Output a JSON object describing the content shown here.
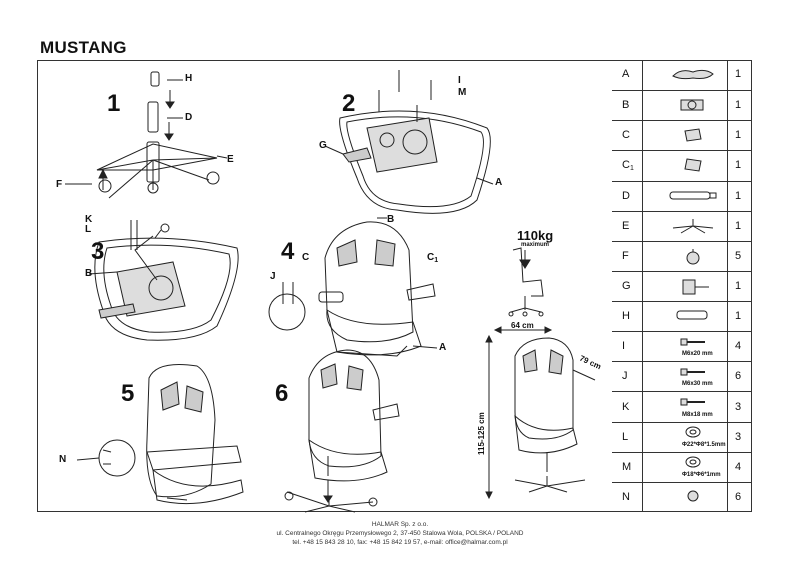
{
  "title": "MUSTANG",
  "steps": [
    "1",
    "2",
    "3",
    "4",
    "5",
    "6"
  ],
  "labels": {
    "s1_h": "H",
    "s1_d": "D",
    "s1_e": "E",
    "s1_f": "F",
    "s2_i": "I",
    "s2_m": "M",
    "s2_g": "G",
    "s2_a": "A",
    "s3_k": "K",
    "s3_l": "L",
    "s3_b": "B",
    "s4_b": "B",
    "s4_c": "C",
    "s4_c1": "C",
    "s4_c1_sub": "1",
    "s4_j": "J",
    "s4_a": "A",
    "s5_n": "N"
  },
  "capacity": {
    "value": "110kg",
    "caption": "maximum"
  },
  "dimensions": {
    "width": "64 cm",
    "depth": "79 cm",
    "height": "115-125 cm"
  },
  "parts": [
    {
      "letter": "A",
      "sub": "",
      "qty": "1",
      "icon": "seat-plate-icon",
      "spec": ""
    },
    {
      "letter": "B",
      "sub": "",
      "qty": "1",
      "icon": "mechanism-icon",
      "spec": ""
    },
    {
      "letter": "C",
      "sub": "",
      "qty": "1",
      "icon": "armrest-left-icon",
      "spec": ""
    },
    {
      "letter": "C",
      "sub": "1",
      "qty": "1",
      "icon": "armrest-right-icon",
      "spec": ""
    },
    {
      "letter": "D",
      "sub": "",
      "qty": "1",
      "icon": "gas-lift-icon",
      "spec": ""
    },
    {
      "letter": "E",
      "sub": "",
      "qty": "1",
      "icon": "star-base-icon",
      "spec": ""
    },
    {
      "letter": "F",
      "sub": "",
      "qty": "5",
      "icon": "caster-icon",
      "spec": ""
    },
    {
      "letter": "G",
      "sub": "",
      "qty": "1",
      "icon": "tilt-mechanism-icon",
      "spec": ""
    },
    {
      "letter": "H",
      "sub": "",
      "qty": "1",
      "icon": "gas-lift-cover-icon",
      "spec": ""
    },
    {
      "letter": "I",
      "sub": "",
      "qty": "4",
      "icon": "bolt-icon",
      "spec": "M6x20 mm"
    },
    {
      "letter": "J",
      "sub": "",
      "qty": "6",
      "icon": "bolt-icon",
      "spec": "M6x30 mm"
    },
    {
      "letter": "K",
      "sub": "",
      "qty": "3",
      "icon": "bolt-icon",
      "spec": "M8x18 mm"
    },
    {
      "letter": "L",
      "sub": "",
      "qty": "3",
      "icon": "washer-icon",
      "spec": "Φ22*Φ8*1.5mm"
    },
    {
      "letter": "M",
      "sub": "",
      "qty": "4",
      "icon": "washer-icon",
      "spec": "Φ18*Φ6*1mm"
    },
    {
      "letter": "N",
      "sub": "",
      "qty": "6",
      "icon": "cap-icon",
      "spec": ""
    }
  ],
  "footer": {
    "line1": "HALMAR Sp. z o.o.",
    "line2": "ul. Centralnego Okręgu Przemysłowego 2, 37-450 Stalowa Wola, POLSKA / POLAND",
    "line3": "tel. +48 15 843 28 10, fax: +48 15 842 19 57, e-mail: office@halmar.com.pl"
  }
}
